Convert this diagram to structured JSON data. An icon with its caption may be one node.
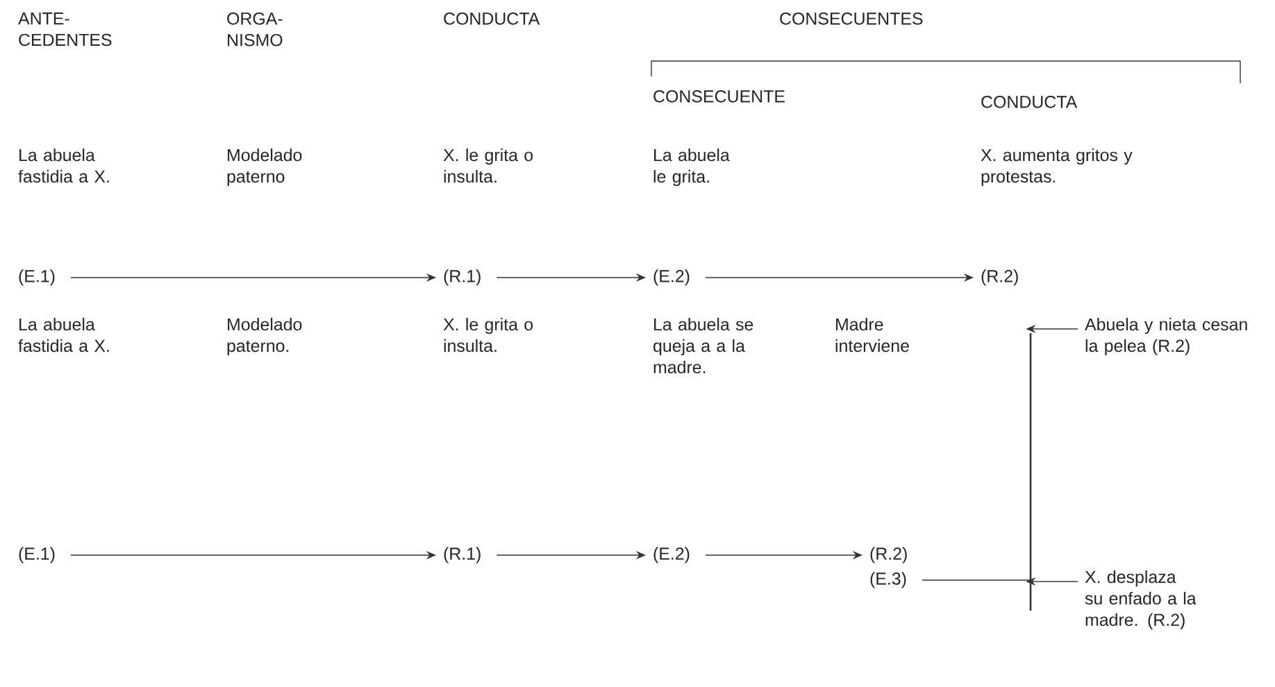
{
  "diagram": {
    "nodes": [
      {
        "text": [
          "(E.1)"
        ]
      },
      {
        "text": [
          "(R.1)"
        ]
      },
      {
        "text": [
          "(E.2)"
        ]
      },
      {
        "text": [
          "(R.2)"
        ]
      },
      {
        "text": [
          "(E.1)"
        ]
      },
      {
        "text": [
          "(R.1)"
        ]
      },
      {
        "text": [
          "(E.2)"
        ]
      },
      {
        "text": [
          "(R.2)"
        ]
      },
      {
        "text": [
          "(E.3)"
        ]
      },
      {
        "text": [
          "Abuela y nieta cesan la pelea (R.2)"
        ]
      },
      {
        "text": [
          "X. desplaza su enfado a la madre. (R.2)"
        ]
      },
      {
        "text": [],
        "shape": "bar"
      }
    ],
    "edges": [
      {
        "from": 0,
        "to": 1,
        "arrow": "to"
      },
      {
        "from": 1,
        "to": 2,
        "arrow": "to"
      },
      {
        "from": 2,
        "to": 3,
        "arrow": "to"
      },
      {
        "from": 4,
        "to": 5,
        "arrow": "to"
      },
      {
        "from": 5,
        "to": 6,
        "arrow": "to"
      },
      {
        "from": 6,
        "to": 7,
        "arrow": "to"
      },
      {
        "from": 8,
        "to": 11,
        "arrow": "none"
      },
      {
        "from": 9,
        "to": 11,
        "arrow": "to"
      },
      {
        "from": 10,
        "to": 11,
        "arrow": "to"
      }
    ],
    "labels": [
      "ANTE- CEDENTES",
      "ORGA- NISMO",
      "CONDUCTA",
      "CONSECUENTES",
      "CONSECUENTE",
      "CONDUCTA",
      "La abuela fastidia a X.",
      "Modelado paterno",
      "X. le grita o insulta.",
      "La abuela le grita.",
      "X. aumenta gritos y protestas.",
      "La abuela fastidia a X.",
      "Modelado paterno.",
      "X. le grita o insulta.",
      "La abuela se queja a a la madre.",
      "Madre interviene"
    ]
  }
}
